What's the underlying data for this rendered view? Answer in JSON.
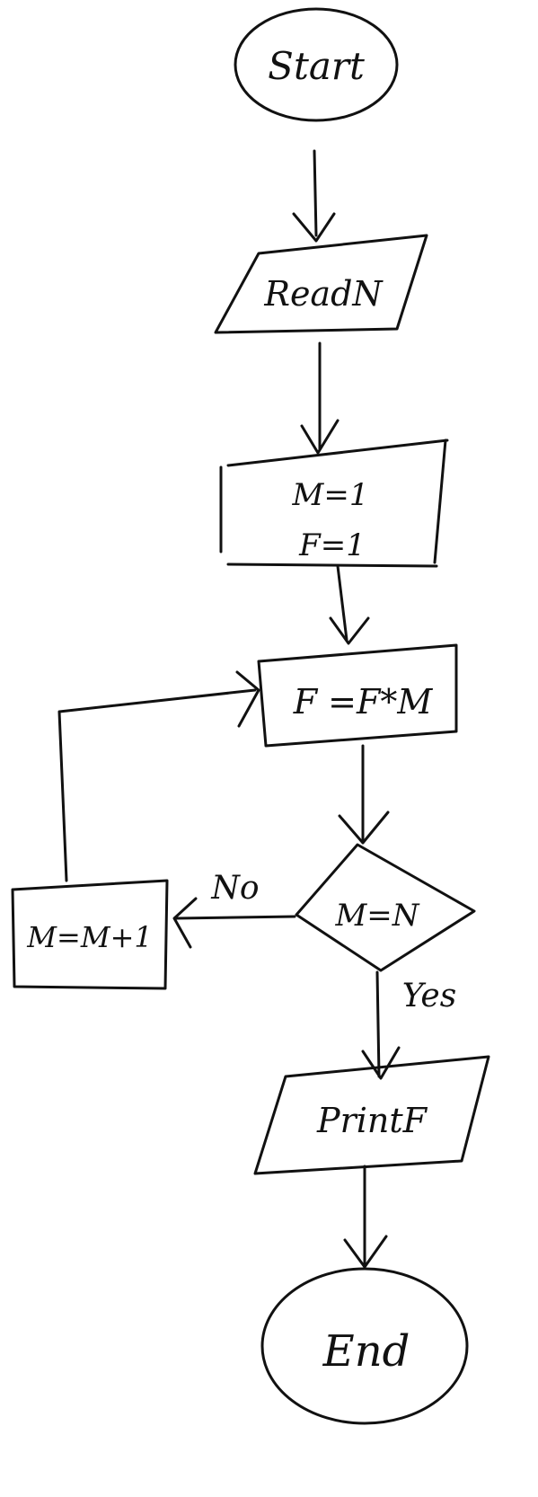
{
  "flowchart": {
    "start": "Start",
    "read": "ReadN",
    "init_m": "M=1",
    "init_f": "F=1",
    "multiply": "F =F*M",
    "decision": "M=N",
    "increment": "M=M+1",
    "print": "PrintF",
    "end": "End",
    "no_label": "No",
    "yes_label": "Yes"
  },
  "colors": {
    "ink": "#111111",
    "paper": "#ffffff"
  }
}
